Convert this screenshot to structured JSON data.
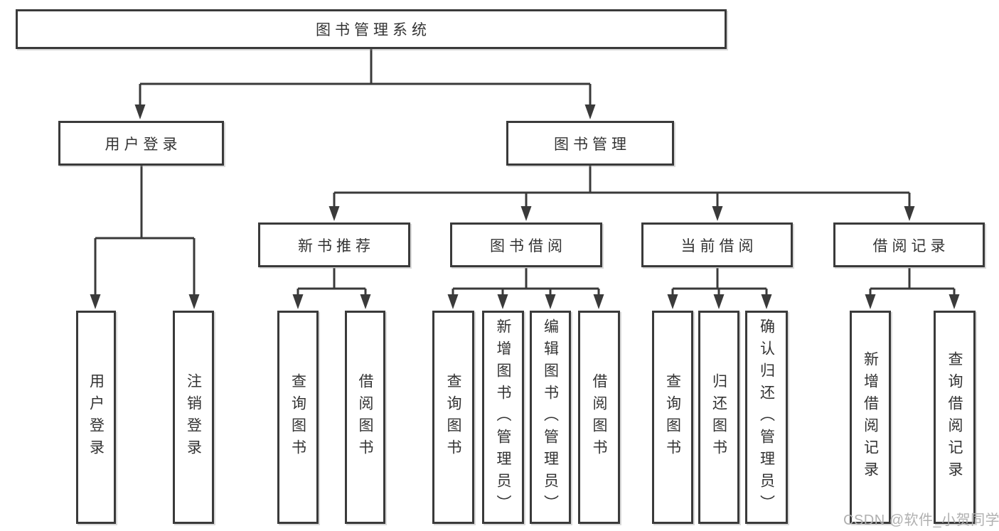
{
  "tree": {
    "label": "图书管理系统",
    "children": [
      {
        "label": "用户登录",
        "children": [
          {
            "label": "用户登录"
          },
          {
            "label": "注销登录"
          }
        ]
      },
      {
        "label": "图书管理",
        "children": [
          {
            "label": "新书推荐",
            "children": [
              {
                "label": "查询图书"
              },
              {
                "label": "借阅图书"
              }
            ]
          },
          {
            "label": "图书借阅",
            "children": [
              {
                "label": "查询图书"
              },
              {
                "label": "新增图书（管理员）"
              },
              {
                "label": "编辑图书（管理员）"
              },
              {
                "label": "借阅图书"
              }
            ]
          },
          {
            "label": "当前借阅",
            "children": [
              {
                "label": "查询图书"
              },
              {
                "label": "归还图书"
              },
              {
                "label": "确认归还（管理员）"
              }
            ]
          },
          {
            "label": "借阅记录",
            "children": [
              {
                "label": "新增借阅记录"
              },
              {
                "label": "查询借阅记录"
              }
            ]
          }
        ]
      }
    ]
  },
  "watermark": "CSDN @软件_小贺同学",
  "colors": {
    "line": "#3a3a3a",
    "text": "#333333",
    "box_fill": "#ffffff",
    "watermark": "#b0b0b0",
    "background": "#ffffff"
  }
}
